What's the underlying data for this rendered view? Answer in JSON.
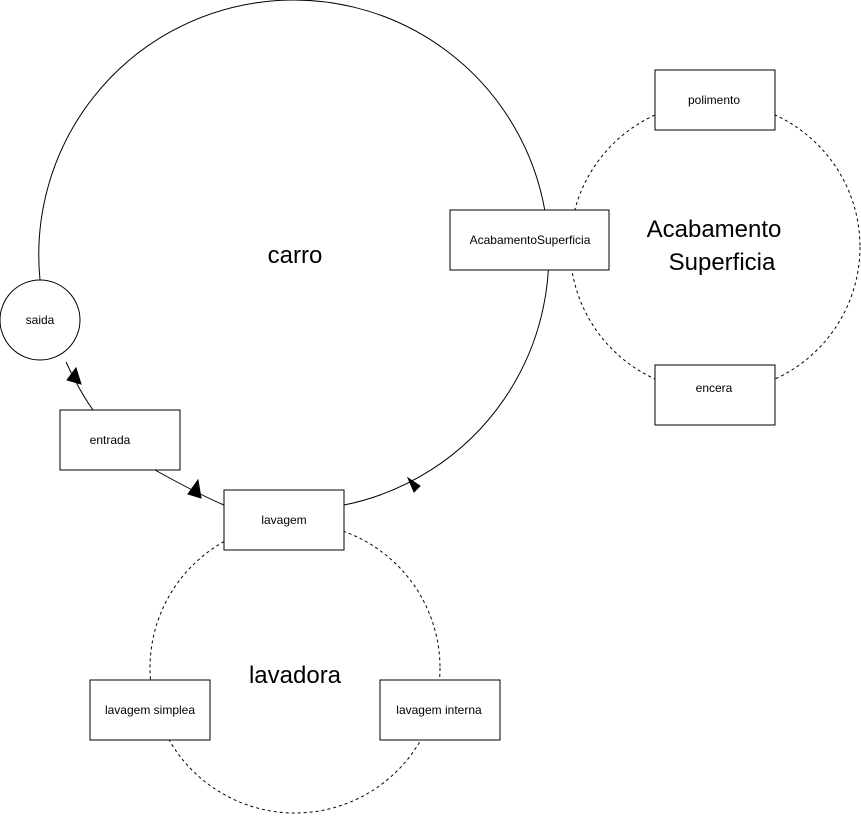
{
  "diagram": {
    "labels": {
      "carro": "carro",
      "lavadora": "lavadora",
      "acabamento_line1": "Acabamento",
      "acabamento_line2": "Superficia"
    },
    "nodes": {
      "saida": "saida",
      "entrada": "entrada",
      "lavagem": "lavagem",
      "acabamento_superficia": "AcabamentoSuperficia",
      "polimento": "polimento",
      "encera": "encera",
      "lavagem_simplea": "lavagem simplea",
      "lavagem_interna": "lavagem interna"
    }
  }
}
